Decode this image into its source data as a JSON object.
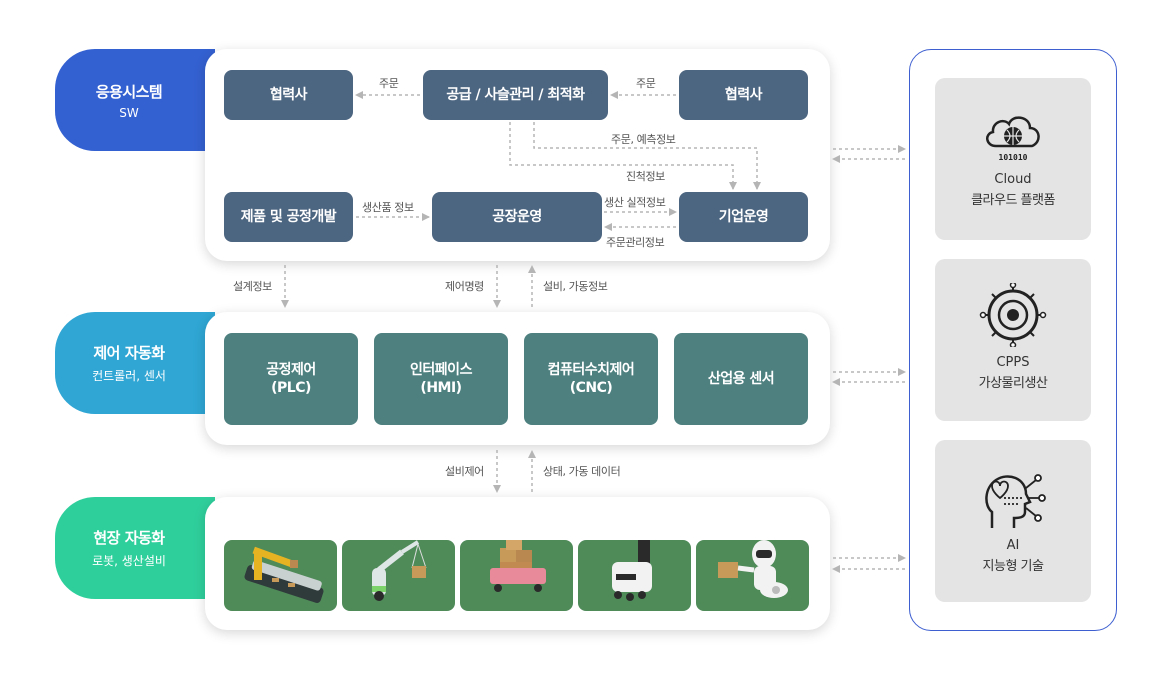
{
  "layers": {
    "app": {
      "title": "응용시스템",
      "subtitle": "SW",
      "color": "#3461d1"
    },
    "control": {
      "title": "제어 자동화",
      "subtitle": "컨트롤러, 센서",
      "color": "#2fa6d4"
    },
    "field": {
      "title": "현장 자동화",
      "subtitle": "로봇, 생산설비",
      "color": "#2fcf9c"
    }
  },
  "app_boxes": {
    "partner_left": "협력사",
    "supply": "공급 / 사슬관리 / 최적화",
    "partner_right": "협력사",
    "product_dev": "제품 및 공정개발",
    "factory_ops": "공장운영",
    "enterprise_ops": "기업운영"
  },
  "app_labels": {
    "order_left": "주문",
    "order_right": "주문",
    "order_forecast": "주문, 예측정보",
    "performance": "진척정보",
    "production_info": "생산품 정보",
    "production_perf": "생산 실적정보",
    "order_mgmt": "주문관리정보"
  },
  "between_labels": {
    "design_info": "설계정보",
    "control_cmd": "제어명령",
    "equip_status": "설비, 가동정보",
    "equip_control": "설비제어",
    "status_data": "상태, 가동 데이터"
  },
  "control_boxes": {
    "plc_line1": "공정제어",
    "plc_line2": "(PLC)",
    "hmi_line1": "인터페이스",
    "hmi_line2": "(HMI)",
    "cnc_line1": "컴퓨터수치제어",
    "cnc_line2": "(CNC)",
    "sensor": "산업용 센서"
  },
  "field_tiles": [
    "conveyor-robot-arm",
    "gripper-robot",
    "cart-robot",
    "delivery-robot",
    "service-robot"
  ],
  "right_cards": [
    {
      "line1": "Cloud",
      "line2": "클라우드 플랫폼",
      "icon": "cloud-icon"
    },
    {
      "line1": "CPPS",
      "line2": "가상물리생산",
      "icon": "cpps-icon"
    },
    {
      "line1": "AI",
      "line2": "지능형 기술",
      "icon": "ai-head-icon"
    }
  ]
}
